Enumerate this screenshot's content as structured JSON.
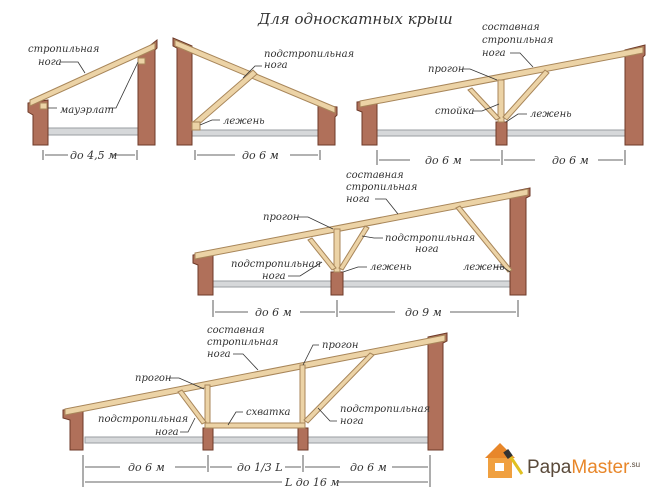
{
  "title": "Для односкатных крыш",
  "d1": {
    "rafter1": "стропильная",
    "rafter2": "нога",
    "mauerlat": "мауэрлат",
    "span": "до 4,5 м"
  },
  "d2": {
    "strut1": "подстропильная",
    "strut2": "нога",
    "lezhen": "лежень",
    "span": "до 6 м"
  },
  "d3": {
    "comp1": "составная",
    "comp2": "стропильная",
    "comp3": "нога",
    "progon": "прогон",
    "stoyka": "стойка",
    "lezhen": "лежень",
    "span1": "до 6 м",
    "span2": "до 6 м"
  },
  "d4": {
    "comp1": "составная",
    "comp2": "стропильная",
    "comp3": "нога",
    "progon": "прогон",
    "strutL1": "подстропильная",
    "strutL2": "нога",
    "lezhen1": "лежень",
    "strutR1": "подстропильная",
    "strutR2": "нога",
    "lezhen2": "лежень",
    "span1": "до 6 м",
    "span2": "до 9 м"
  },
  "d5": {
    "comp1": "составная",
    "comp2": "стропильная",
    "comp3": "нога",
    "progon1": "прогон",
    "progon2": "прогон",
    "strutL1": "подстропильная",
    "strutL2": "нога",
    "skhvatka": "схватка",
    "strutR1": "подстропильная",
    "strutR2": "нога",
    "span1": "до 6 м",
    "span2": "до 1/3 L",
    "span3": "до 6 м",
    "total": "L до 16 м"
  },
  "logo": {
    "name_a": "Papa",
    "name_b": "Master",
    "suffix": ".su"
  }
}
